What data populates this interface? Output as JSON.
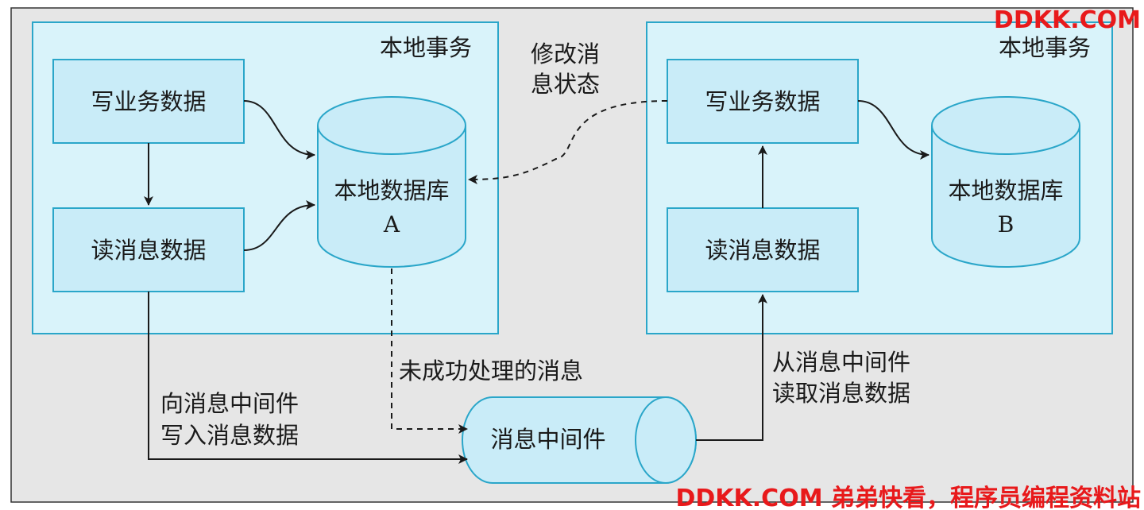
{
  "left_region": {
    "title": "本地事务"
  },
  "right_region": {
    "title": "本地事务"
  },
  "left_boxes": {
    "write": "写业务数据",
    "read": "读消息数据"
  },
  "right_boxes": {
    "write": "写业务数据",
    "read": "读消息数据"
  },
  "db_a": {
    "line1": "本地数据库",
    "line2": "A"
  },
  "db_b": {
    "line1": "本地数据库",
    "line2": "B"
  },
  "middleware": {
    "label": "消息中间件"
  },
  "edge_labels": {
    "modify_status_line1": "修改消",
    "modify_status_line2": "息状态",
    "unprocessed": "未成功处理的消息",
    "write_mq_line1": "向消息中间件",
    "write_mq_line2": "写入消息数据",
    "read_mq_line1": "从消息中间件",
    "read_mq_line2": "读取消息数据"
  },
  "watermark": {
    "top": "DDKK.COM",
    "bottom": "DDKK.COM 弟弟快看，程序员编程资料站"
  },
  "colors": {
    "background": "#e6e6e6",
    "region_fill": "#d9f3fa",
    "box_fill": "#c9ecf8",
    "stroke": "#2aa6c9",
    "watermark": "#e8191b"
  }
}
